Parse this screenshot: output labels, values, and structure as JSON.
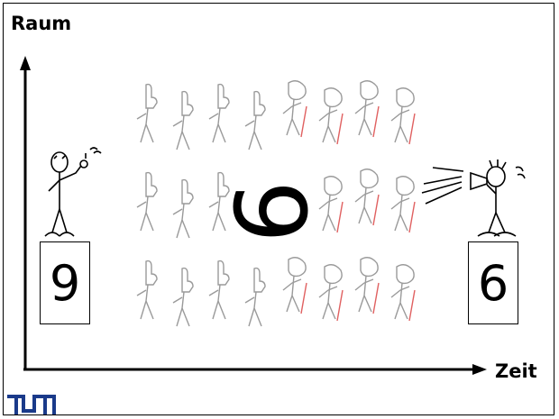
{
  "axes": {
    "y_label": "Raum",
    "x_label": "Zeit"
  },
  "left_box": {
    "value": "9"
  },
  "right_box": {
    "value": "6"
  },
  "center_digit": "6",
  "figures": {
    "left": "thumbs-up-figure",
    "right": "megaphone-figure",
    "crowd_types": [
      "thumbs-up-figure",
      "waving-figure"
    ]
  },
  "logo": "tum-logo",
  "colors": {
    "line": "#000000",
    "background": "#ffffff",
    "logo": "#1a3a8a",
    "figure_gray": "#9a9a9a",
    "accent_red": "#e06060"
  }
}
